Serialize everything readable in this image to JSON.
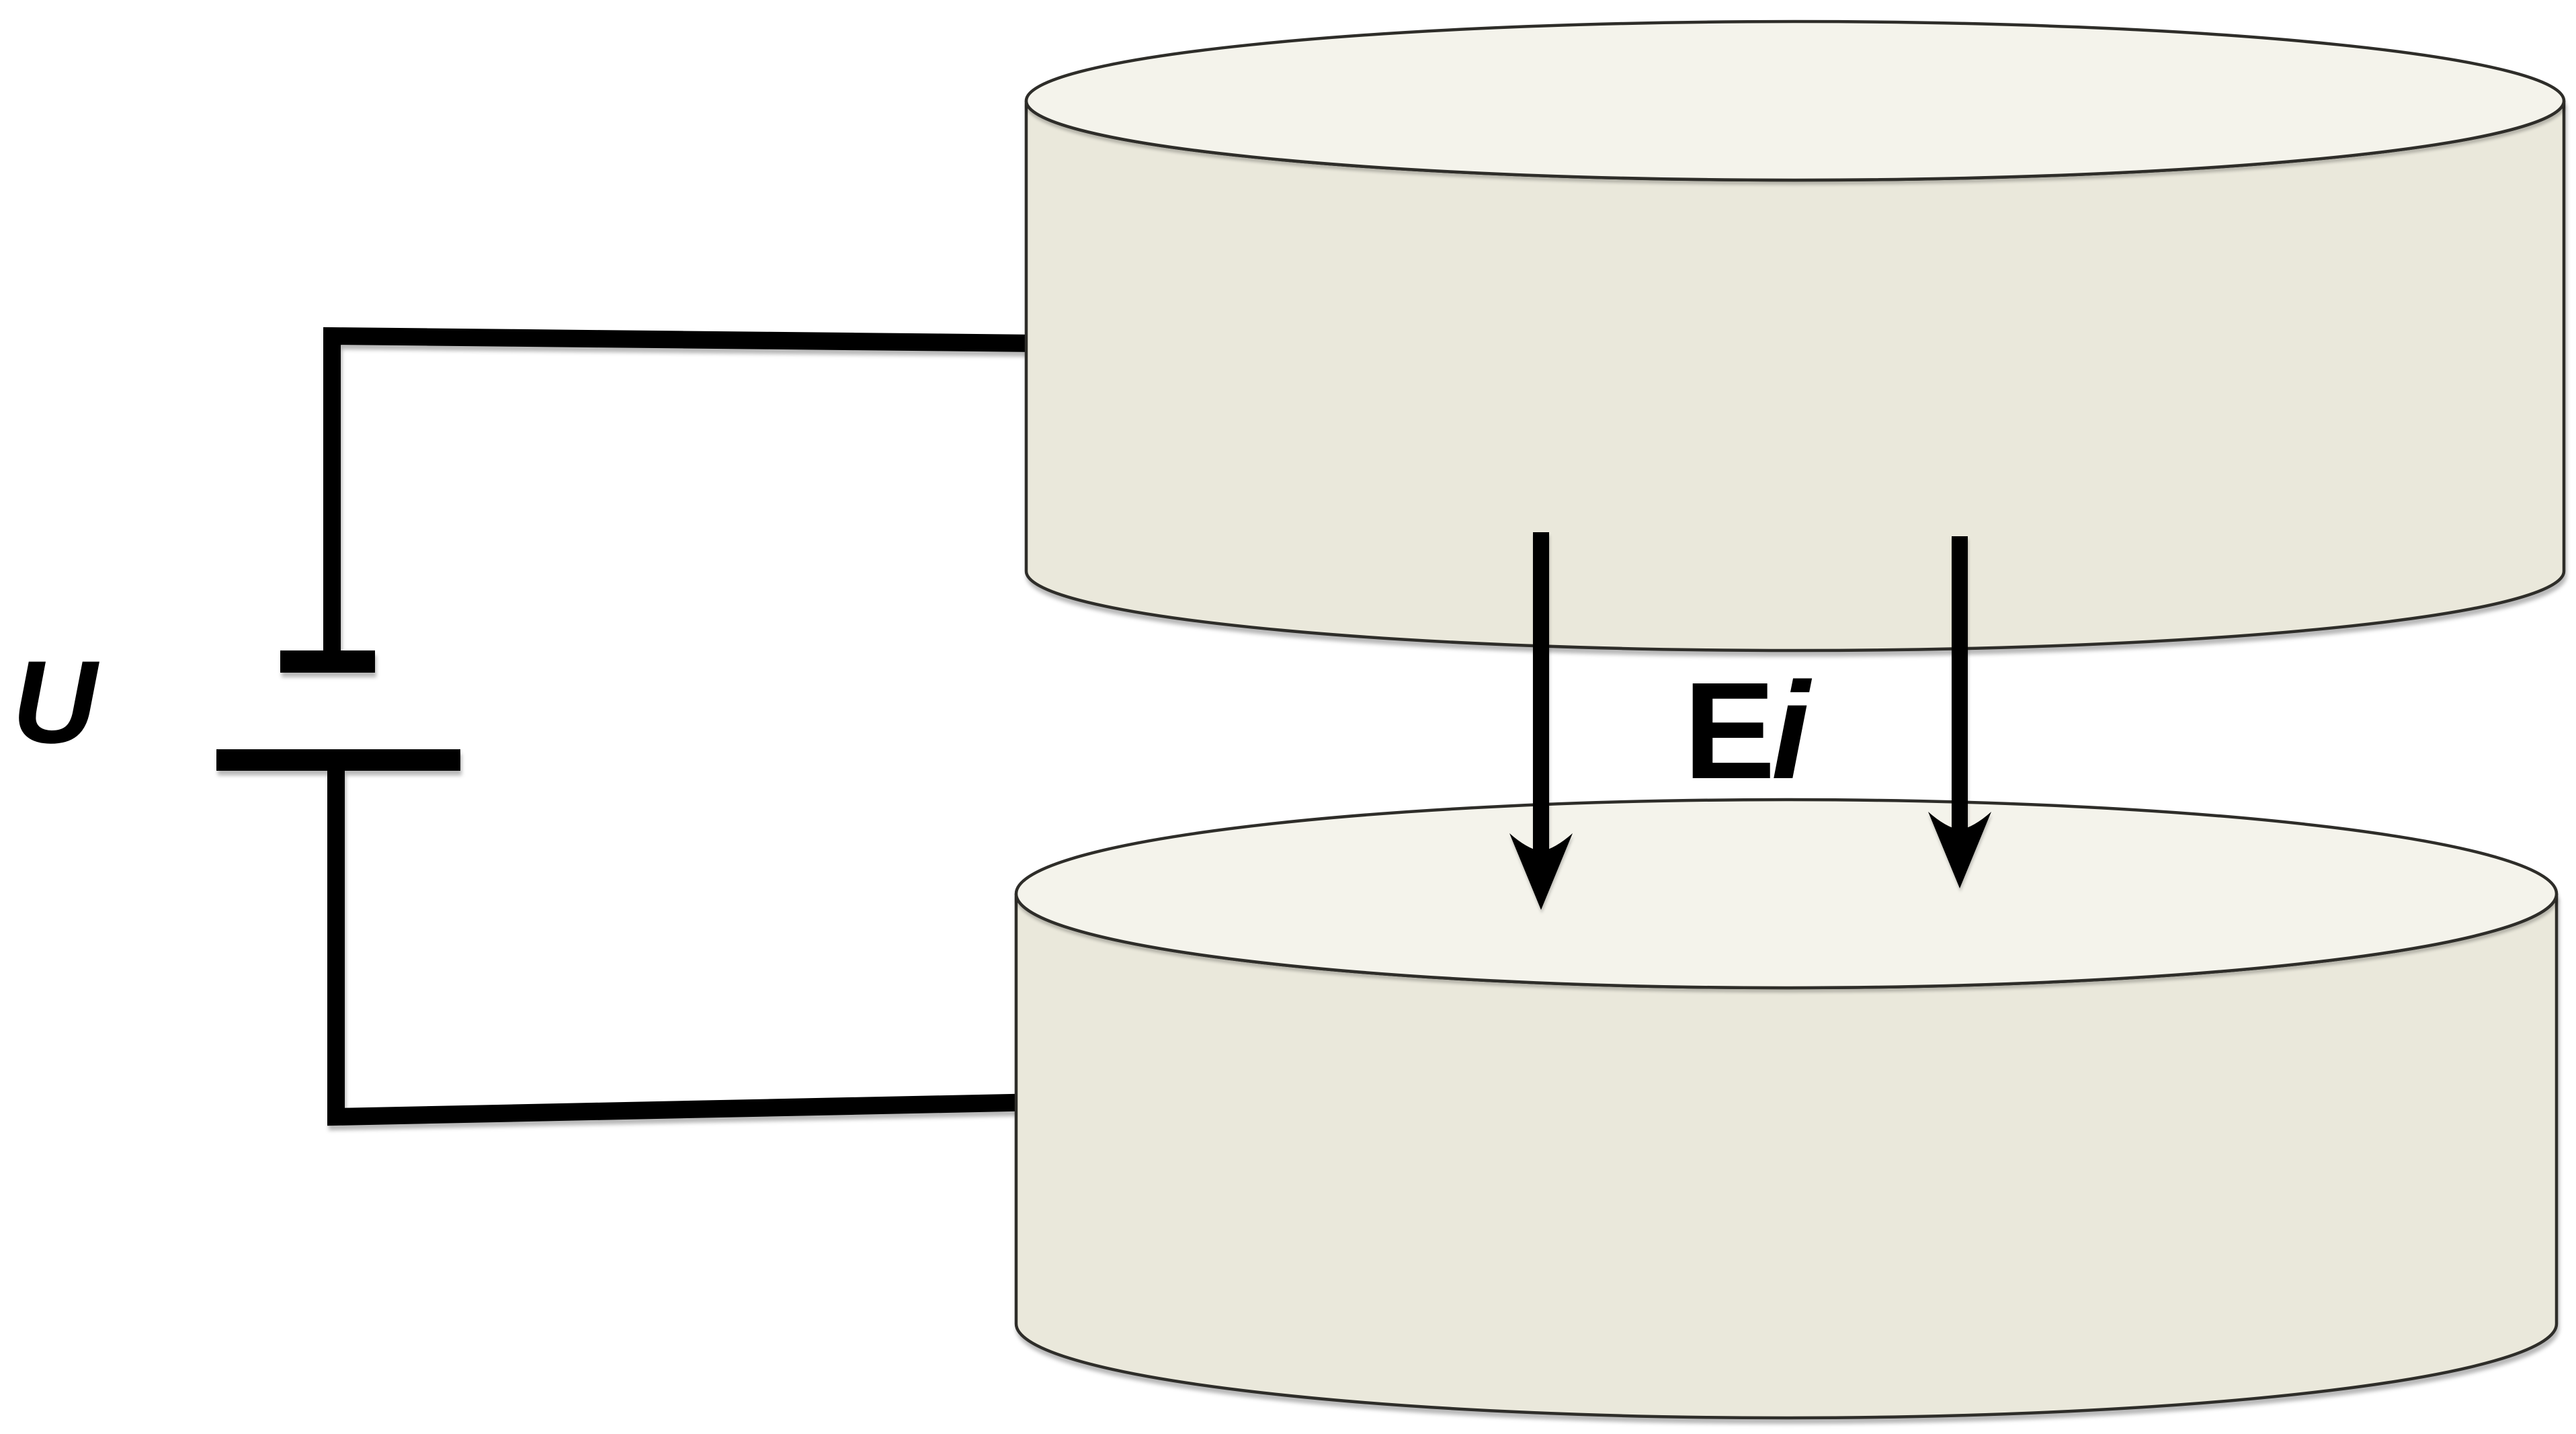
{
  "labels": {
    "voltage_source": "U",
    "field_main": "E",
    "field_subscript": "i"
  },
  "colors": {
    "background": "#ffffff",
    "plate_top_face": "#f4f3eb",
    "plate_side": "#eae8db",
    "plate_outline": "#2e2d29",
    "wire": "#000000",
    "battery_terminal": "#000000",
    "field_arrow": "#000000",
    "label_text": "#000000"
  }
}
